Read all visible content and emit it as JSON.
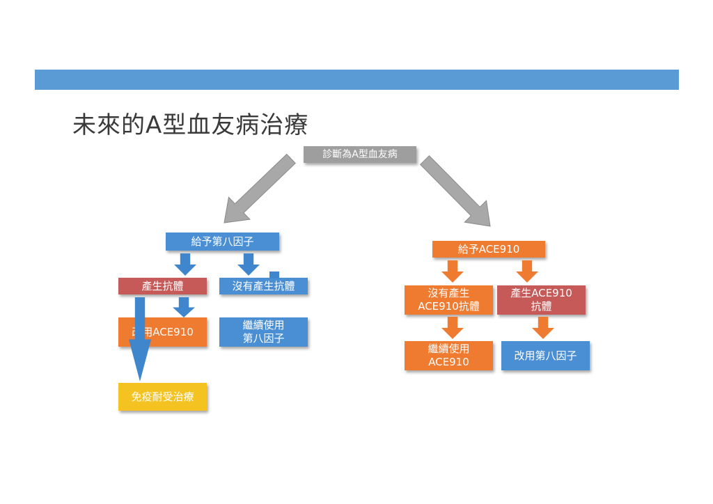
{
  "colors": {
    "header_bar": "#5b9bd5",
    "gray": "#9e9e9e",
    "blue": "#4a8fd4",
    "red": "#c55a58",
    "orange": "#ee7b30",
    "yellow": "#f5c321",
    "arrow_blue": "#3f86cc",
    "arrow_orange": "#ee7b30",
    "arrow_gray": "#a8a8a8"
  },
  "slide": {
    "title": "未來的A型血友病治療"
  },
  "nodes": {
    "diagnosis": "診斷為A型血友病",
    "give_factor8": "給予第八因子",
    "antibody_yes": "產生抗體",
    "antibody_no": "沒有產生抗體",
    "switch_ace910": "改用ACE910",
    "continue_factor8": "繼續使用\n第八因子",
    "immune_tolerance": "免疫耐受治療",
    "give_ace910": "給予ACE910",
    "ace910_no_antibody": "沒有產生\nACE910抗體",
    "ace910_antibody": "產生ACE910\n抗體",
    "continue_ace910": "繼續使用\nACE910",
    "switch_factor8": "改用第八因子"
  }
}
